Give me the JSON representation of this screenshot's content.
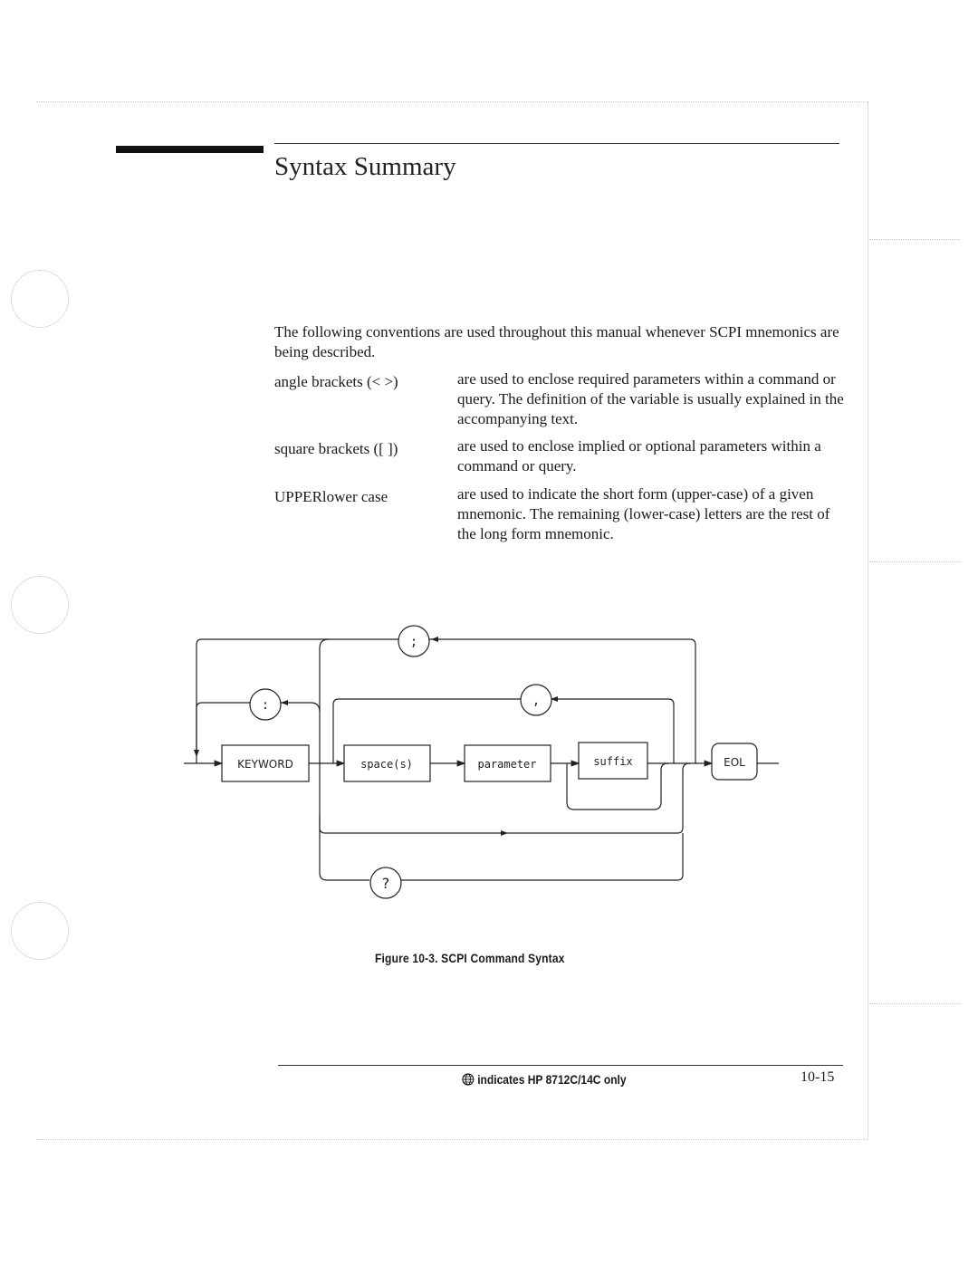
{
  "page": {
    "title": "Syntax Summary",
    "intro": "The following conventions are used throughout this manual whenever SCPI mnemonics are being described.",
    "conventions": [
      {
        "term": "angle brackets (< >)",
        "definition": "are used to enclose required parameters within a command or query. The definition of the variable is usually explained in the accompanying text."
      },
      {
        "term": "square brackets ([ ])",
        "definition": "are used to enclose implied or optional parameters within a command or query."
      },
      {
        "term": "UPPERlower case",
        "definition": "are used to indicate the short form (upper-case) of a given mnemonic. The remaining (lower-case) letters are the rest of the long form mnemonic."
      }
    ]
  },
  "diagram": {
    "boxes": {
      "keyword": "KEYWORD",
      "spaces": "space(s)",
      "parameter": "parameter",
      "suffix": "suffix",
      "eol": "EOL"
    },
    "symbols": {
      "semicolon": ";",
      "colon": ":",
      "comma": ",",
      "query": "?"
    }
  },
  "figure": {
    "caption": "Figure 10-3. SCPI Command Syntax"
  },
  "footer": {
    "note": "indicates HP 8712C/14C only",
    "note_icon": "globe-icon",
    "page_number": "10-15"
  }
}
